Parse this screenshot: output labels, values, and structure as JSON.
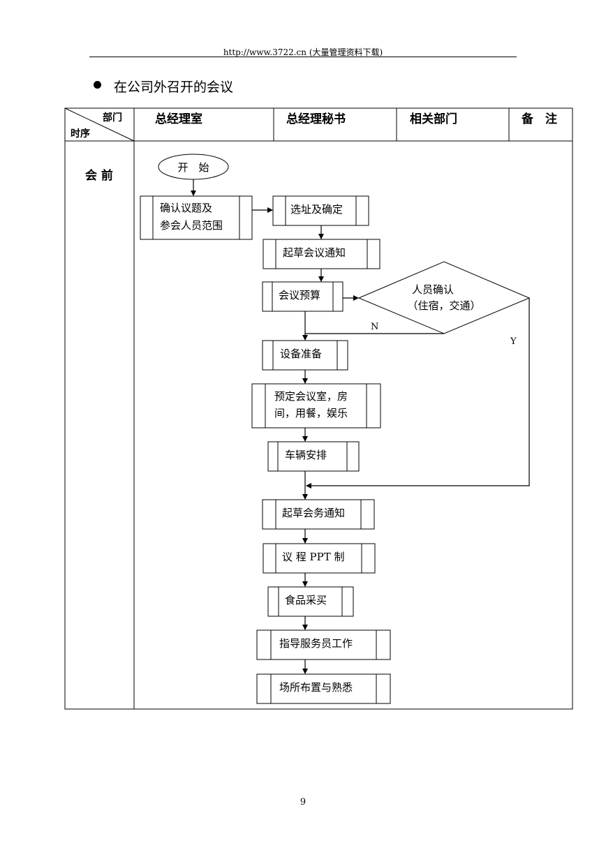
{
  "header": {
    "text": "http://www.3722.cn (大量管理资料下载)"
  },
  "section_title": "在公司外召开的会议",
  "table": {
    "corner_dept": "部门",
    "corner_time": "时序",
    "columns": [
      "总经理室",
      "总经理秘书",
      "相关部门",
      "备　注"
    ],
    "phase_label": "会 前"
  },
  "flow": {
    "start": "开　始",
    "confirm_topic": [
      "确认议题及",
      "参会人员范围"
    ],
    "select_site": "选址及确定",
    "draft_notice": "起草会议通知",
    "budget": "会议预算",
    "decision": [
      "人员确认",
      "（住宿，交通）"
    ],
    "no_label": "N",
    "yes_label": "Y",
    "equipment": "设备准备",
    "reserve": [
      "预定会议室，房",
      "间，用餐，娱乐"
    ],
    "vehicle": "车辆安排",
    "draft_affairs": "起草会务通知",
    "ppt": "议 程  PPT  制",
    "food": "食品采买",
    "guide_staff": "指导服务员工作",
    "venue": "场所布置与熟悉"
  },
  "page_number": "9"
}
